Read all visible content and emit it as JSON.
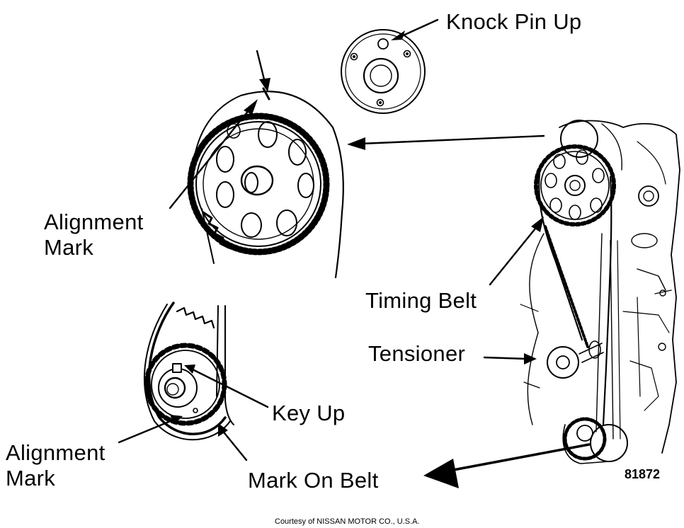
{
  "labels": {
    "knock_pin": "Knock Pin Up",
    "cam_alignment_line1": "Alignment",
    "cam_alignment_line2": "Mark",
    "timing_belt": "Timing Belt",
    "tensioner": "Tensioner",
    "key_up": "Key Up",
    "crank_alignment_line1": "Alignment",
    "crank_alignment_line2": "Mark",
    "mark_on_belt": "Mark On Belt"
  },
  "figure_number": "81872",
  "credit": "Courtesy of NISSAN MOTOR CO., U.S.A."
}
